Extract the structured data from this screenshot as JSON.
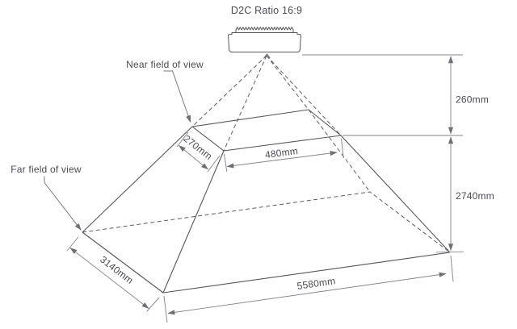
{
  "diagram": {
    "title": "D2C Ratio 16:9",
    "labels": {
      "near_fov": "Near field of view",
      "far_fov": "Far field of view"
    },
    "dimensions": {
      "device_to_near": "260mm",
      "near_to_far": "2740mm",
      "near_width": "480mm",
      "near_depth": "270mm",
      "far_depth": "3140mm",
      "far_width": "5580mm"
    },
    "colors": {
      "outline": "#55565a",
      "hidden": "#5c5d60",
      "dimension": "#85868a",
      "leader": "#74757a",
      "text": "#4b4c50"
    }
  }
}
